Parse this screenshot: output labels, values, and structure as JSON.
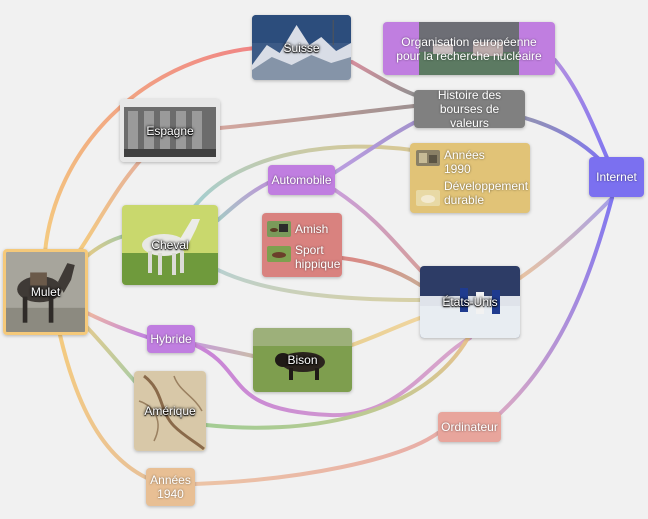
{
  "nodes": {
    "suisse": "Suisse",
    "cern": "Organisation européenne pour la recherche nucléaire",
    "bourses": "Histoire des bourses de valeurs",
    "espagne": "Espagne",
    "internet": "Internet",
    "automobile": "Automobile",
    "annees1990": "Années 1990",
    "devdurable": "Développement durable",
    "cheval": "Cheval",
    "amish": "Amish",
    "sport": "Sport hippique",
    "mulet": "Mulet",
    "etatsunis": "États-Unis",
    "hybride": "Hybride",
    "bison": "Bison",
    "amerique": "Amérique",
    "ordinateur": "Ordinateur",
    "annees1940": "Années 1940"
  },
  "colors": {
    "automobile": "#c07ee0",
    "hybride": "#c07ee0",
    "cern": "#c07ee0",
    "bourses": "#808080",
    "internet": "#7b70f0",
    "group1990": "#e1c377",
    "amishgroup": "#d9827f",
    "ordinateur": "#e8a59c",
    "annees1940": "#e8bf94"
  }
}
